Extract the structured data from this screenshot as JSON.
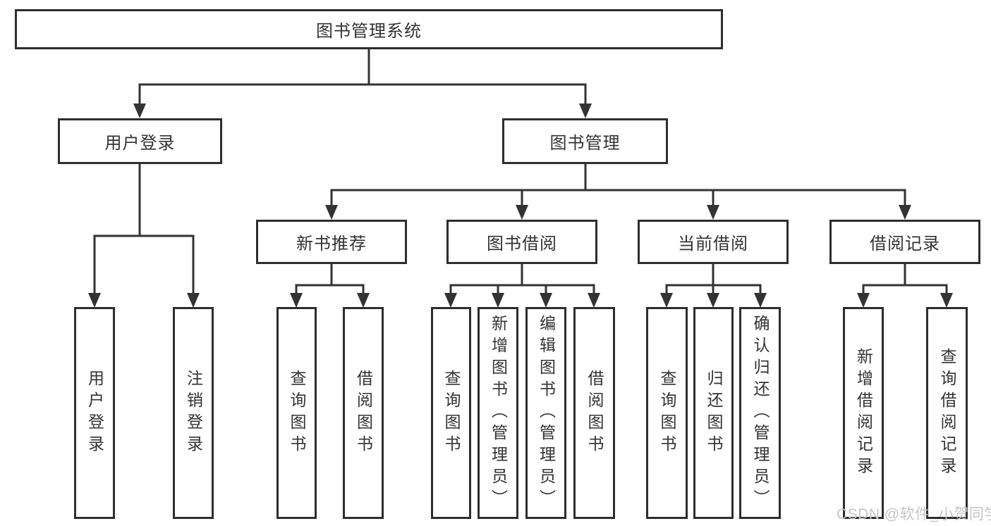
{
  "diagram": {
    "root": {
      "label": "图书管理系统"
    },
    "level2": [
      {
        "label": "用户登录"
      },
      {
        "label": "图书管理"
      }
    ],
    "level3": [
      {
        "label": "新书推荐",
        "parent": "图书管理"
      },
      {
        "label": "图书借阅",
        "parent": "图书管理"
      },
      {
        "label": "当前借阅",
        "parent": "图书管理"
      },
      {
        "label": "借阅记录",
        "parent": "图书管理"
      }
    ],
    "leaves": [
      {
        "label": "用户登录",
        "parent": "用户登录"
      },
      {
        "label": "注销登录",
        "parent": "用户登录"
      },
      {
        "label": "查询图书",
        "parent": "新书推荐"
      },
      {
        "label": "借阅图书",
        "parent": "新书推荐"
      },
      {
        "label": "查询图书",
        "parent": "图书借阅"
      },
      {
        "label": "新增图书（管理员）",
        "parent": "图书借阅"
      },
      {
        "label": "编辑图书（管理员）",
        "parent": "图书借阅"
      },
      {
        "label": "借阅图书",
        "parent": "图书借阅"
      },
      {
        "label": "查询图书",
        "parent": "当前借阅"
      },
      {
        "label": "归还图书",
        "parent": "当前借阅"
      },
      {
        "label": "确认归还（管理员）",
        "parent": "当前借阅"
      },
      {
        "label": "新增借阅记录",
        "parent": "借阅记录"
      },
      {
        "label": "查询借阅记录",
        "parent": "借阅记录"
      }
    ]
  },
  "watermark": {
    "text": "CSDN @软件_小贺同学"
  },
  "colors": {
    "line": "#333333",
    "box_border": "#2e2e2e",
    "box_fill": "#ffffff",
    "text": "#333333",
    "watermark": "#c6c6c6",
    "background": "#ffffff"
  }
}
